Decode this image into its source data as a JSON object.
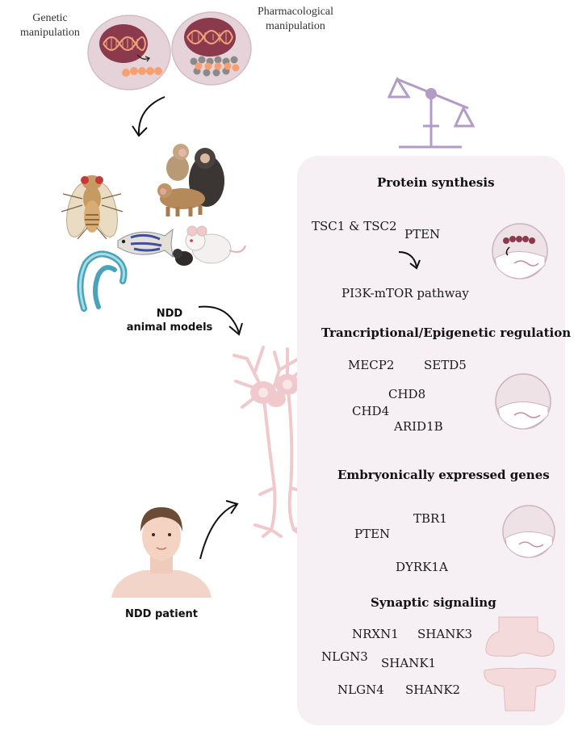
{
  "manipulations": {
    "genetic": "Genetic\nmanipulation",
    "pharmacological": "Pharmacological\nmanipulation"
  },
  "models_label": "NDD\nanimal models",
  "patient_label": "NDD patient",
  "sections": {
    "protein_synthesis": {
      "title": "Protein synthesis",
      "genes": [
        "TSC1 & TSC2",
        "PTEN",
        "PI3K-mTOR pathway"
      ]
    },
    "transcriptional": {
      "title": "Trancriptional/Epigenetic regulation",
      "genes": [
        "MECP2",
        "SETD5",
        "CHD8",
        "CHD4",
        "ARID1B"
      ]
    },
    "embryonic": {
      "title": "Embryonically expressed genes",
      "genes": [
        "TBR1",
        "PTEN",
        "DYRK1A"
      ]
    },
    "synaptic": {
      "title": "Synaptic signaling",
      "genes": [
        "NRXN1",
        "SHANK3",
        "NLGN3",
        "SHANK1",
        "NLGN4",
        "SHANK2"
      ]
    }
  },
  "colors": {
    "panel_bg": "#f6eff3",
    "cell_bg": "#e6d3da",
    "dna_dark": "#8a3a4c",
    "dna_light": "#f2a27a",
    "bead_orange": "#f6a06f",
    "bead_gray": "#8a8a8a",
    "neuron_pink": "#f0c9cc",
    "scale_purple": "#b39bc8"
  },
  "icons": [
    "cell-genetic-icon",
    "cell-pharmacological-icon",
    "curved-arrow-icon",
    "fly-icon",
    "monkey-icon",
    "zebrafish-icon",
    "worm-icon",
    "mouse-icon",
    "neuron-icon",
    "patient-icon",
    "balance-scale-icon",
    "ribosome-circle-icon",
    "synapse-icon"
  ]
}
